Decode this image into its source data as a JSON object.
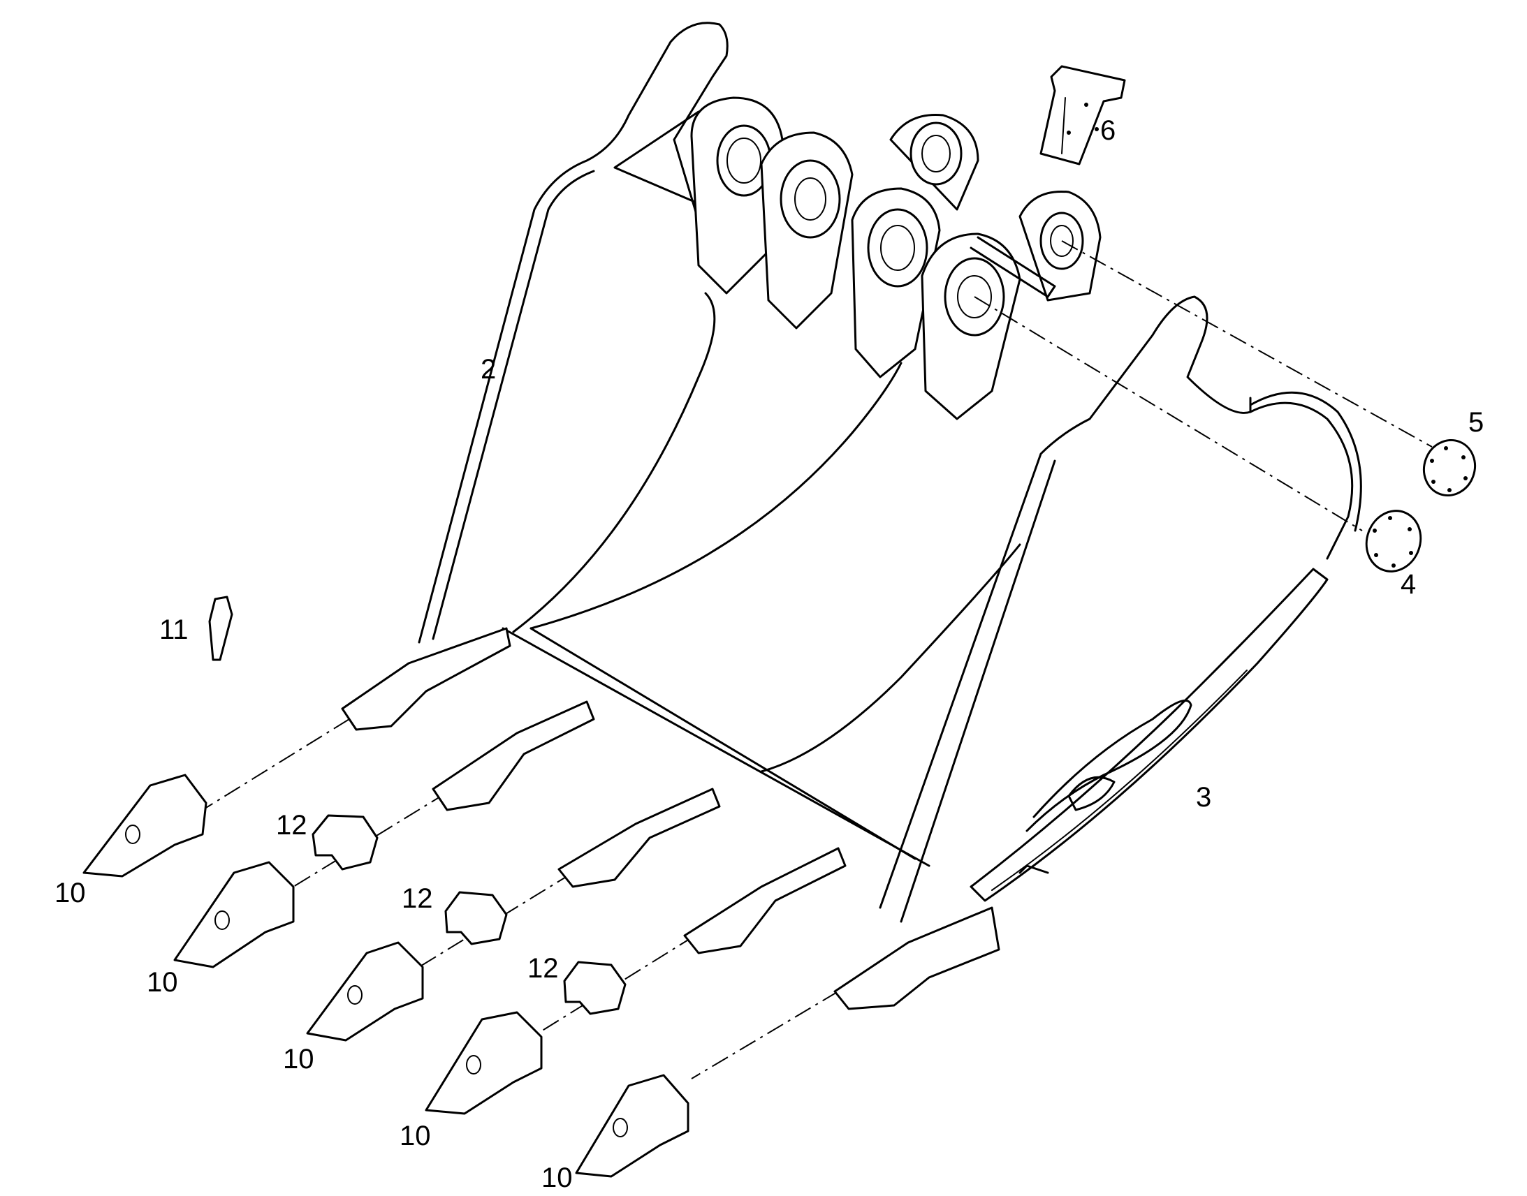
{
  "callouts": {
    "c2": "2",
    "c3": "3",
    "c4": "4",
    "c5": "5",
    "c6": "6",
    "c11": "11",
    "c10": [
      "10",
      "10",
      "10",
      "10",
      "10"
    ],
    "c12": [
      "12",
      "12",
      "12"
    ]
  },
  "colors": {
    "line": "#000000",
    "background": "#ffffff"
  }
}
